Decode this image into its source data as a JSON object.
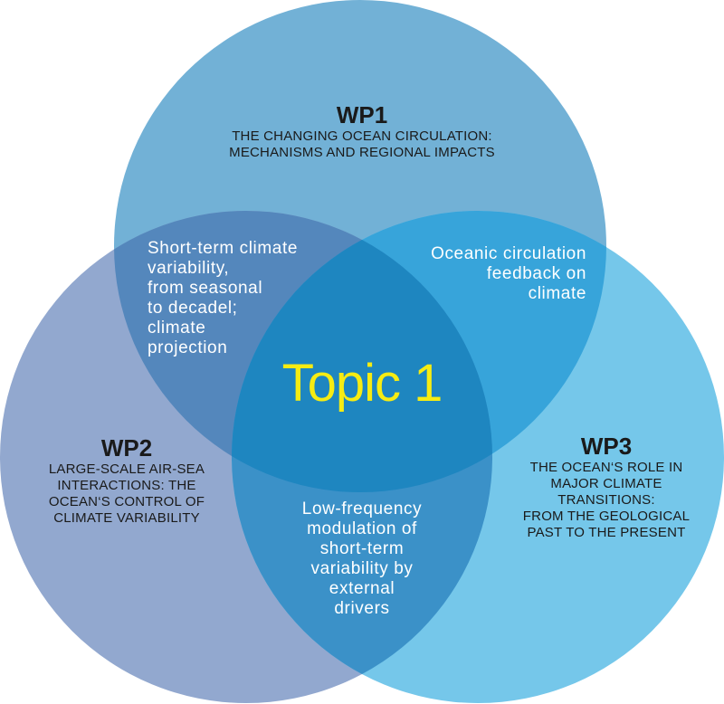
{
  "diagram": {
    "type": "venn",
    "colors": {
      "wp1": "#72B1D6",
      "wp2": "#92A8CF",
      "wp3": "#75C7EA",
      "wp1_wp2": "#5487BC",
      "wp1_wp3": "#37A4DA",
      "wp2_wp3": "#3B91C8",
      "center": "#1E86C0",
      "topic_text": "#F6EC12"
    },
    "wp1": {
      "title": "WP1",
      "lines": [
        "THE CHANGING OCEAN CIRCULATION:",
        "MECHANISMS AND REGIONAL IMPACTS"
      ]
    },
    "wp2": {
      "title": "WP2",
      "lines": [
        "LARGE-SCALE AIR-SEA",
        "INTERACTIONS: THE",
        "OCEAN‘S CONTROL OF",
        "CLIMATE VARIABILITY"
      ]
    },
    "wp3": {
      "title": "WP3",
      "lines": [
        "THE OCEAN‘S ROLE IN",
        "MAJOR CLIMATE",
        "TRANSITIONS:",
        "FROM THE GEOLOGICAL",
        "PAST TO THE PRESENT"
      ]
    },
    "overlap_wp1_wp2": {
      "lines": [
        "Short-term climate",
        "variability,",
        "from seasonal",
        "to decadel;",
        "climate",
        "projection"
      ]
    },
    "overlap_wp1_wp3": {
      "lines": [
        "Oceanic circulation",
        "feedback on",
        "climate"
      ]
    },
    "overlap_wp2_wp3": {
      "lines": [
        "Low-frequency",
        "modulation of",
        "short-term",
        "variability by",
        "external",
        "drivers"
      ]
    },
    "center": {
      "label": "Topic 1"
    }
  }
}
